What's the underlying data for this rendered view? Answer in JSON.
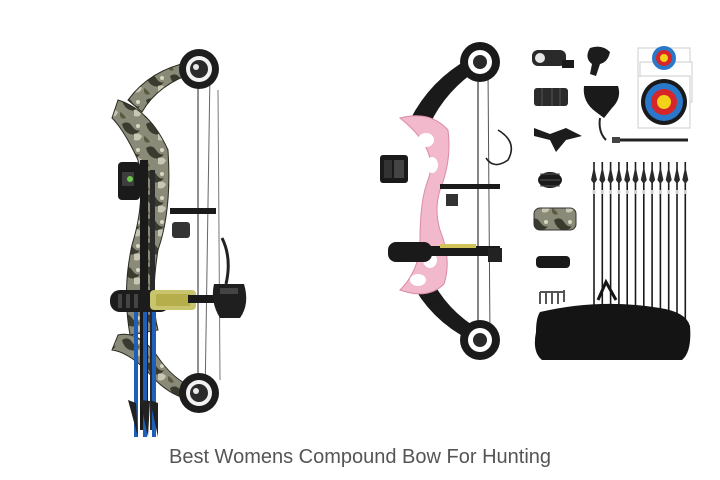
{
  "caption": "Best Womens Compound Bow For Hunting",
  "colors": {
    "background": "#ffffff",
    "camo_dark": "#3a3a2e",
    "camo_light": "#b9b7a3",
    "pink": "#f2b8cc",
    "black": "#1a1a1a",
    "arrow_blue": "#1f5fb8",
    "target_yellow": "#f4d21a",
    "target_red": "#d7262a",
    "target_blue": "#2a78c9"
  },
  "images": {
    "left_product": "camo-compound-bow",
    "right_product": "pink-compound-bow-kit"
  },
  "accessories": {
    "arrow_count": 12
  }
}
